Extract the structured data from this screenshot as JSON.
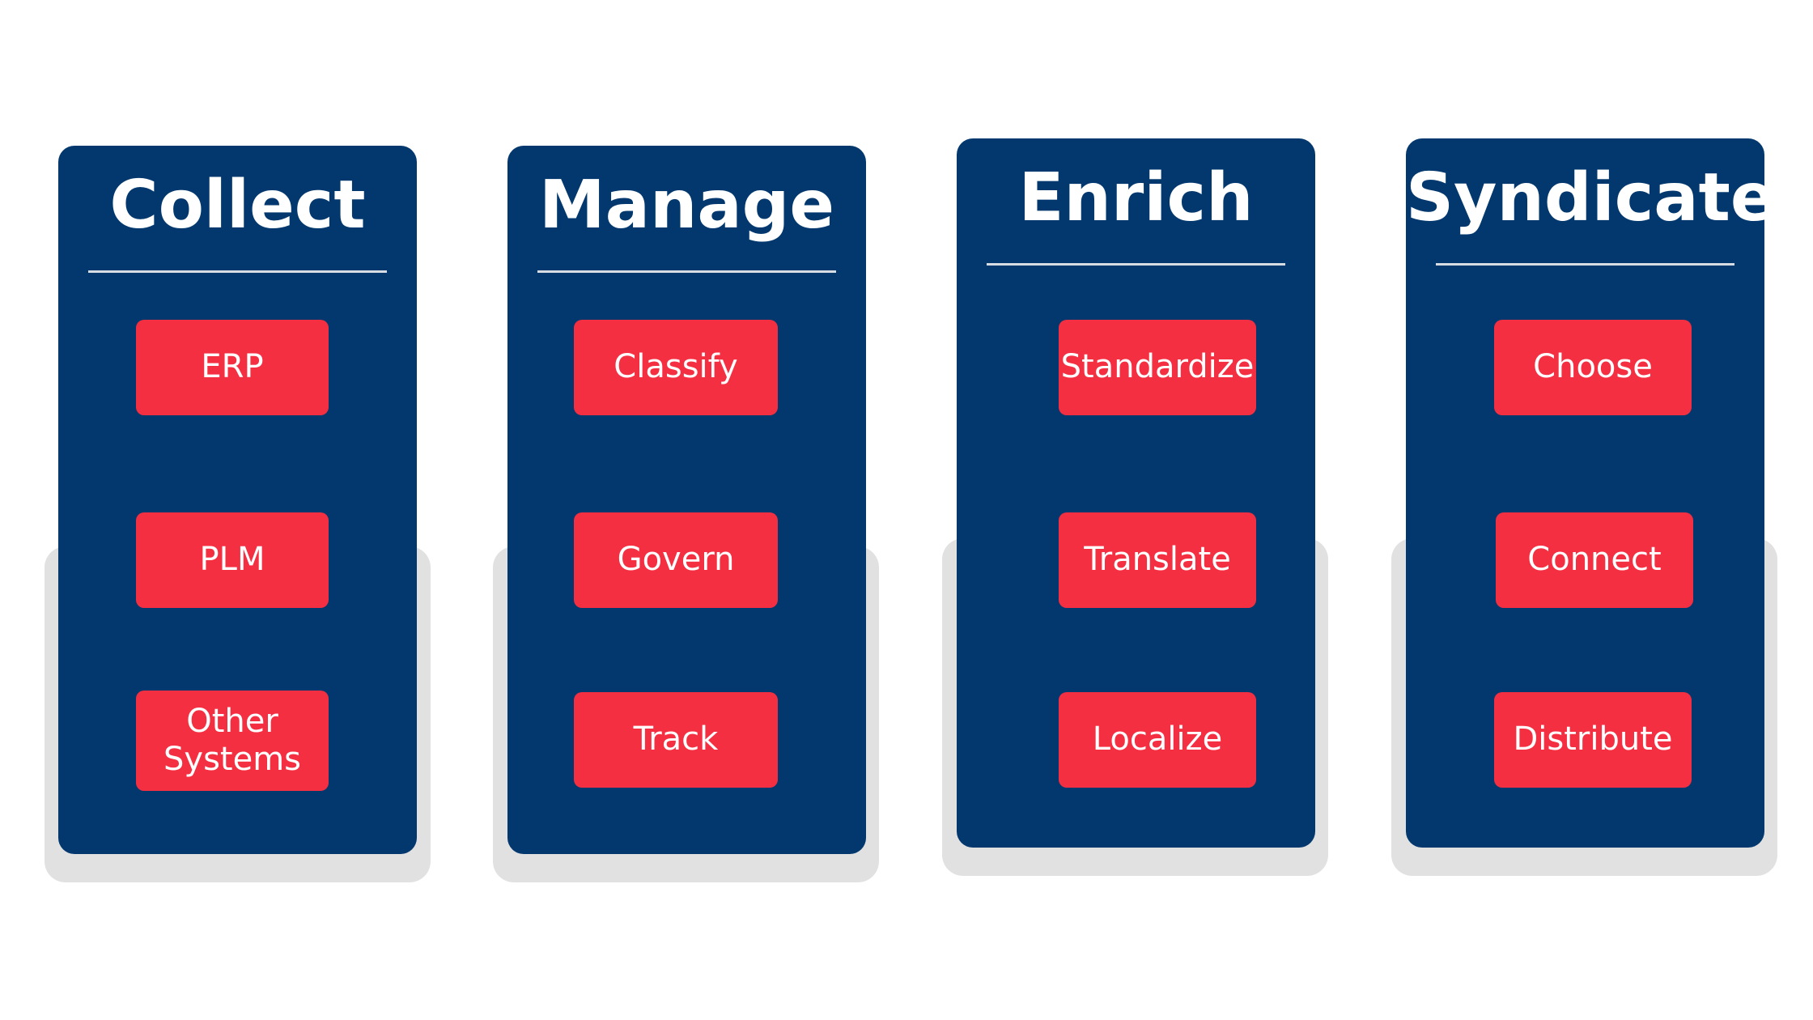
{
  "colors": {
    "card_background": "#02386e",
    "chip_background": "#f52f42",
    "text": "#ffffff",
    "shadow": "#e1e1e1"
  },
  "columns": [
    {
      "title": "Collect",
      "items": [
        "ERP",
        "PLM",
        "Other\nSystems"
      ]
    },
    {
      "title": "Manage",
      "items": [
        "Classify",
        "Govern",
        "Track"
      ]
    },
    {
      "title": "Enrich",
      "items": [
        "Standardize",
        "Translate",
        "Localize"
      ]
    },
    {
      "title": "Syndicate",
      "items": [
        "Choose",
        "Connect",
        "Distribute"
      ]
    }
  ]
}
